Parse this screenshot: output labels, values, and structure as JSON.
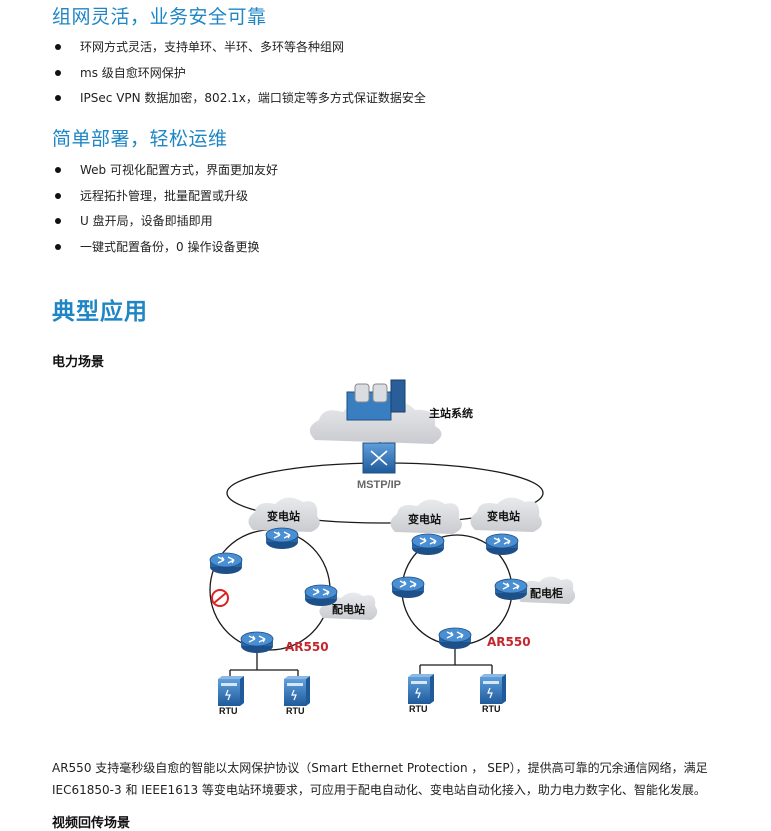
{
  "section1": {
    "title": "组网灵活，业务安全可靠",
    "items": [
      "环网方式灵活，支持单环、半环、多环等各种组网",
      "ms 级自愈环网保护",
      "IPSec VPN 数据加密，802.1x，端口锁定等多方式保证数据安全"
    ]
  },
  "section2": {
    "title": "简单部署，轻松运维",
    "items": [
      "Web 可视化配置方式，界面更加友好",
      "远程拓扑管理，批量配置或升级",
      "U 盘开局，设备即插即用",
      "一键式配置备份，0 操作设备更换"
    ]
  },
  "typical": {
    "title": "典型应用",
    "power_scene": "电力场景",
    "video_scene": "视频回传场景",
    "description": "AR550 支持毫秒级自愈的智能以太网保护协议（Smart Ethernet Protection ， SEP），提供高可靠的冗余通信网络，满足 IEC61850-3 和 IEEE1613 等变电站环境要求，可应用于配电自动化、变电站自动化接入，助力电力数字化、智能化发展。"
  },
  "diagram": {
    "master": "主站系统",
    "core": "MSTP/IP",
    "substation": "变电站",
    "distribution_station": "配电站",
    "distribution_cabinet": "配电柜",
    "router": "AR550",
    "rtu": "RTU"
  },
  "colors": {
    "heading": "#1f86c5",
    "router_label": "#c3262d",
    "device": "#3a7ec2"
  }
}
